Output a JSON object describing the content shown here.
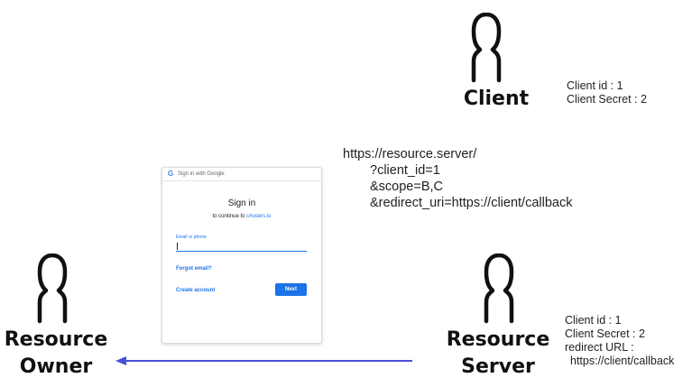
{
  "colors": {
    "arrow": "#4a4fd8",
    "google_blue": "#1a73e8"
  },
  "client": {
    "label": "Client",
    "details": [
      "Client id : 1",
      "Client Secret : 2"
    ]
  },
  "request_url": {
    "lines": [
      "https://resource.server/",
      "?client_id=1",
      "&scope=B,C",
      "&redirect_uri=https://client/callback"
    ]
  },
  "resource_owner": {
    "label_line1": "Resource",
    "label_line2": "Owner"
  },
  "resource_server": {
    "label_line1": "Resource",
    "label_line2": "Server",
    "details": [
      "Client id : 1",
      "Client Secret : 2",
      "redirect URL :",
      "https://client/callback"
    ]
  },
  "signin_card": {
    "logo": "G",
    "header": "Sign in with Google",
    "title": "Sign in",
    "subtitle_prefix": "to continue to ",
    "subtitle_link": "c#users.io",
    "email_label": "Email or phone",
    "forgot_email": "Forgot email?",
    "create_account": "Create account",
    "next": "Next"
  },
  "icons": {
    "person": "person-outline-icon",
    "arrow": "arrow-left-icon"
  }
}
